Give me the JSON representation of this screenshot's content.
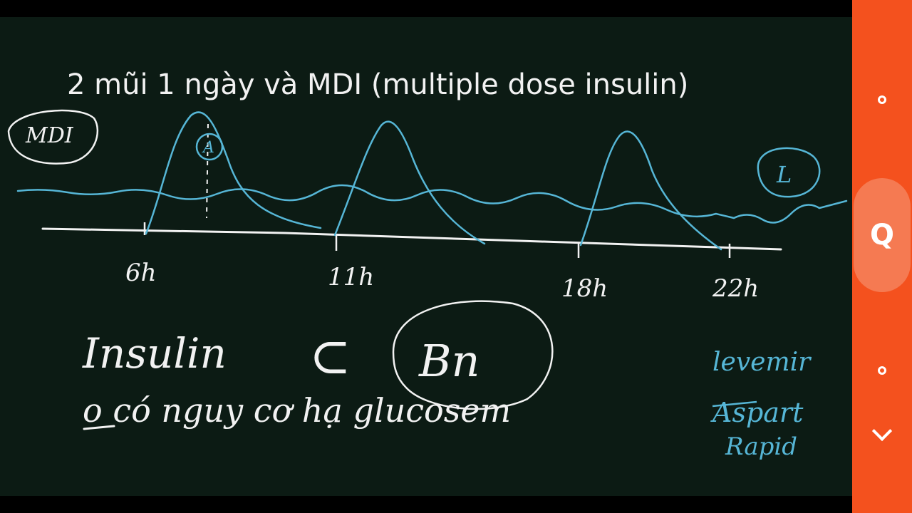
{
  "slide": {
    "title": "2 mũi 1 ngày và MDI (multiple dose insulin)",
    "mdi_label": "MDI",
    "peak_marker": "A",
    "long_marker": "L",
    "time_labels": [
      "6h",
      "11h",
      "18h",
      "22h"
    ],
    "insulin_word": "Insulin",
    "subset_symbol": "⊂",
    "patient_label": "Bn",
    "note_line": "o có nguy cơ hạ glucosem",
    "drug_names": [
      "levemir",
      "Aspart",
      "Rapid"
    ]
  },
  "colors": {
    "board": "#0c1b14",
    "chalk": "#f2f2f2",
    "curve": "#56b6d6",
    "panel": "#f4511e",
    "panel_highlight": "#f57a52"
  },
  "side_panel": {
    "buttons": [
      {
        "icon": "circle-icon"
      },
      {
        "icon": "q-icon",
        "label": "Q"
      },
      {
        "icon": "circle-icon"
      },
      {
        "icon": "chevron-down-icon"
      }
    ]
  }
}
